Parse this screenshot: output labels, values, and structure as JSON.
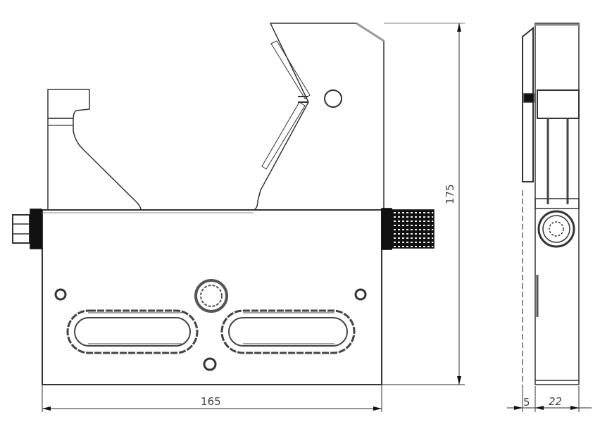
{
  "drawing": {
    "type": "technical-drawing",
    "views": [
      "front-view",
      "side-view"
    ],
    "part": "V-block clamp fixture with slotted base, knurled screw and hex bolt",
    "colors": {
      "line": "#333333",
      "light_line": "#8a8a8a",
      "background": "#ffffff"
    }
  },
  "dimensions": {
    "width": "165",
    "height": "175",
    "side_offset": "5",
    "side_thickness": "22"
  },
  "features": {
    "slots": 2,
    "mounting_holes": 4,
    "counterbored_hole": 1,
    "knurled_knob": 1,
    "hex_bolt": 1
  }
}
